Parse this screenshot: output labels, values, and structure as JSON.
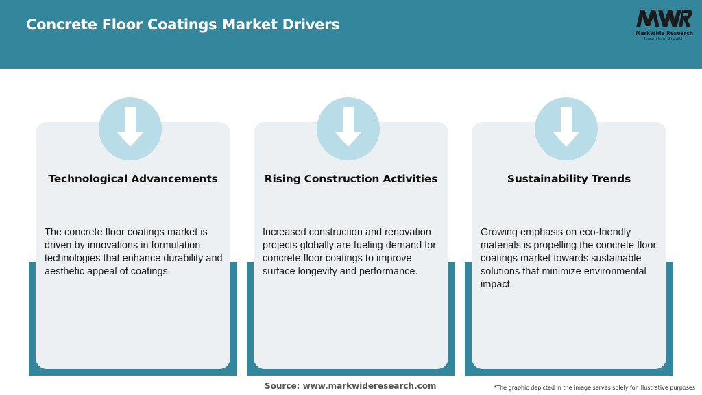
{
  "header": {
    "title": "Concrete Floor Coatings Market Drivers"
  },
  "logo": {
    "mark": "MWR",
    "name": "MarkWide Research",
    "tagline": "Inspiring Growth"
  },
  "cards": [
    {
      "icon": "arrow-down-icon",
      "title": "Technological Advancements",
      "body": "The concrete floor coatings market is driven by innovations in formulation technologies that enhance durability and aesthetic appeal of coatings."
    },
    {
      "icon": "arrow-down-icon",
      "title": "Rising Construction Activities",
      "body": "Increased construction and renovation projects globally are fueling demand for concrete floor coatings to improve surface longevity and performance."
    },
    {
      "icon": "arrow-down-icon",
      "title": "Sustainability Trends",
      "body": "Growing emphasis on eco-friendly materials is propelling the concrete floor coatings market towards sustainable solutions that minimize environmental impact."
    }
  ],
  "footer": {
    "source": "Source: www.markwideresearch.com",
    "disclaimer": "*The graphic depicted in the image serves solely for illustrative purposes"
  },
  "colors": {
    "header_bg": "#34869c",
    "card_bg": "#edf0f2",
    "icon_circle": "#b8dde8",
    "card_shadow": "#34869c"
  }
}
